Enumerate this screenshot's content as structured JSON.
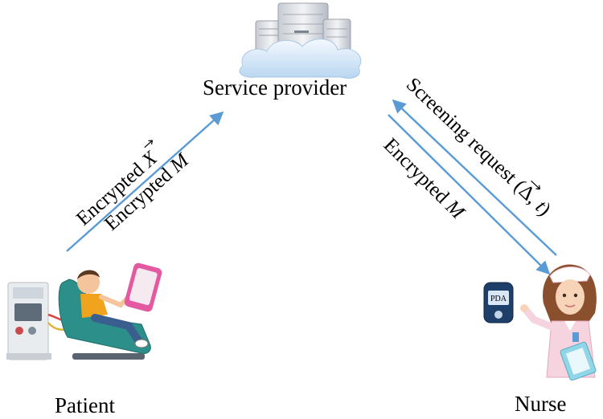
{
  "nodes": {
    "server": {
      "label": "Service provider",
      "icon": "cloud-server-icon"
    },
    "patient": {
      "label": "Patient",
      "icon": "patient-dialysis-icon"
    },
    "nurse": {
      "label": "Nurse",
      "icon": "nurse-icon"
    },
    "pda": {
      "label": "PDA",
      "icon": "pda-device-icon"
    }
  },
  "edges": {
    "patient_to_server": {
      "line1_prefix": "Encrypted ",
      "line1_symbol": "X",
      "line2_prefix": "Encrypted ",
      "line2_symbol": "M"
    },
    "nurse_to_server": {
      "prefix": "Screening request (",
      "symbol1": "Δ",
      "separator": ", ",
      "symbol2": "t",
      "suffix": ")"
    },
    "server_to_nurse": {
      "prefix": "Encrypted ",
      "symbol": "M"
    }
  },
  "colors": {
    "arrow": "#5b9bd5",
    "cloud": "#dcebf8",
    "server_body": "#e6e8ec",
    "shirt": "#f0a31c",
    "chair": "#2d8f8a",
    "nurse_uniform": "#f6d4df",
    "clipboard": "#8fd6e8",
    "pda_body": "#1f3f6b"
  }
}
